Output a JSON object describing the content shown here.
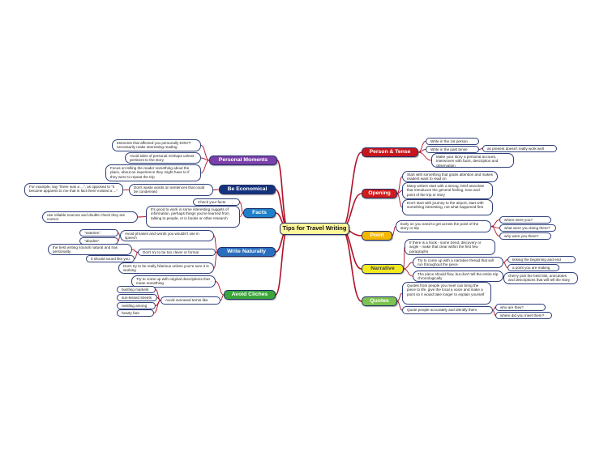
{
  "center": {
    "label": "Tips for Travel Writing"
  },
  "colors": {
    "right_links": "#b0122a",
    "left_links": "#b0122a",
    "box_border": "#2f3f7a",
    "person_tense": "#c8151c",
    "opening": "#d21a1a",
    "point": "#f5b800",
    "narrative": "#f2ea20",
    "quotes": "#7dc34f",
    "personal_moments": "#7a3fa8",
    "be_economical": "#15337d",
    "facts": "#1e80c8",
    "write_naturally": "#2a6fbd",
    "avoid_cliches": "#3aa63a",
    "center_fill": "#fff79a"
  },
  "branches": {
    "person_tense": {
      "label": "Person & Tense",
      "items": [
        "Write in the 1st person",
        "Write in the past tense",
        "Make your story a personal account, interwoven with facts, description and observation"
      ],
      "sub": [
        "as present doesn't really work well"
      ]
    },
    "opening": {
      "label": "Opening",
      "items": [
        "Start with something that grabs attention and makes readers want to read on",
        "Many writers start with a strong, brief anecdote that introduces the general feeling, tone and point of the trip or story",
        "Don't start with journey to the airport, start with something interesting, not what happened first"
      ]
    },
    "point": {
      "label": "Point",
      "items": [
        "Early on you need to get across the point of the story or trip"
      ],
      "sub": [
        "where were you?",
        "what were you doing there?",
        "why were you there?"
      ]
    },
    "narrative": {
      "label": "Narrative",
      "items": [
        "If there is a hook - some trend, discovery or angle - make that clear within the first few paragraphs",
        "Try to come up with a narrative thread that will run throughout the piece",
        "The piece should flow, but don't tell the entire trip chronologically"
      ],
      "sub": [
        "linking the beginning and end",
        "a point you are making",
        "cherry pick the best bits, anecdotes and descriptions that will tell the story for you"
      ]
    },
    "quotes": {
      "label": "Quotes",
      "items": [
        "Quotes from people you meet can bring the piece to life, give the local a voice and make a point so it would take longer to explain yourself",
        "Quote people accurately and identify them"
      ],
      "sub": [
        "who are they?",
        "where did you meet them?"
      ]
    },
    "personal_moments": {
      "label": "Personal Moments",
      "items": [
        "Moments that affected you personally DON'T necessarily make interesting reading",
        "Avoid tales of personal mishaps unless pertinent to the story",
        "Focus on telling the reader something about the place, about an experience they might have to if they were to repeat the trip"
      ]
    },
    "be_economical": {
      "label": "Be Economical",
      "items": [
        "Don't waste words on sentences that could be condensed"
      ],
      "sub": [
        "For example, say \"there was a ...\", as opposed to \"it became apparent to me that in fact there existed a ...\""
      ]
    },
    "facts": {
      "label": "Facts",
      "items": [
        "Check your facts",
        "It's good to work in some interesting nuggets of information, perhaps things you've learned from talking to people, or in books or other research"
      ],
      "sub": [
        "use reliable sources and double check they are correct"
      ]
    },
    "write_naturally": {
      "label": "Write Naturally",
      "items": [
        "Avoid phrases and words you wouldn't use in speech",
        "Don't try to be too clever or formal",
        "Don't try to be really hilarious unless you're sure it is working"
      ],
      "sub": [
        "\"eateries\"",
        "\"abodes\"",
        "the best writing sounds natural and has personality",
        "it should sound like you"
      ]
    },
    "avoid_cliches": {
      "label": "Avoid Cliches",
      "items": [
        "Try to come up with original descriptions that mean something",
        "Avoid overused terms like"
      ],
      "sub": [
        "bustling markets",
        "sun-kissed streets",
        "nestling among",
        "hearty fare"
      ]
    }
  }
}
